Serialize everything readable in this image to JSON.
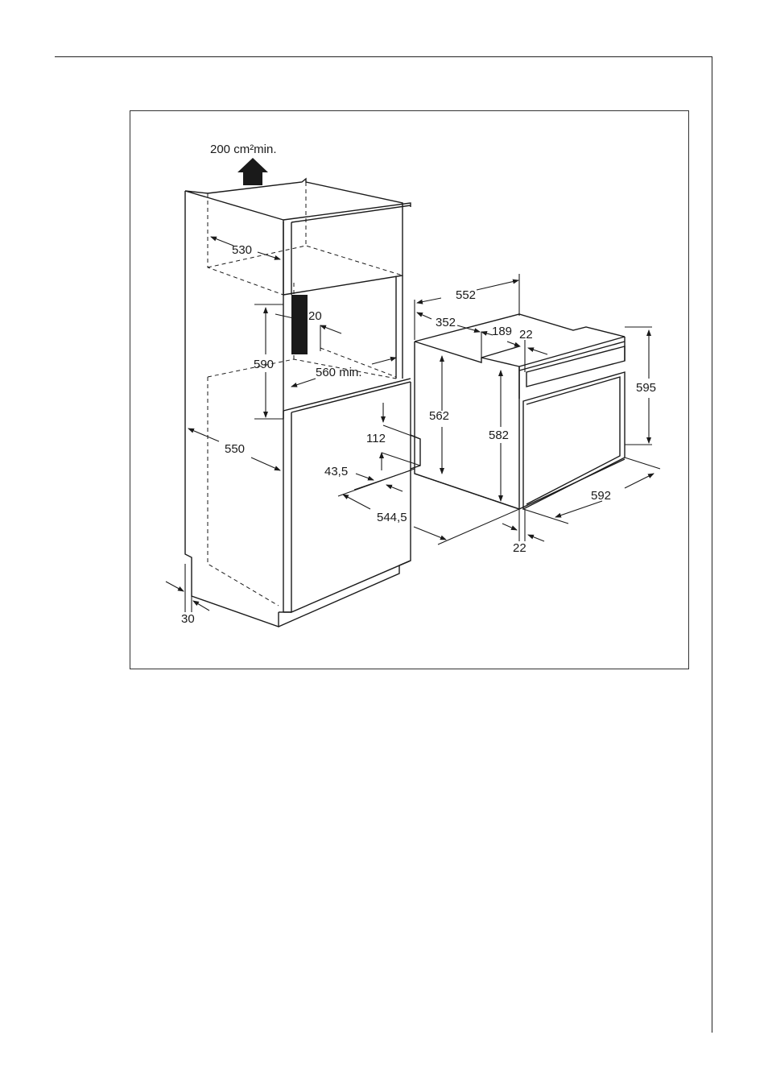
{
  "diagram": {
    "vent_label": "200 cm²min.",
    "dimensions": {
      "d530": "530",
      "d20": "20",
      "d590": "590",
      "d560": "560 min.",
      "d550": "550",
      "d30": "30",
      "d552": "552",
      "d352": "352",
      "d189": "189",
      "d22_top": "22",
      "d562": "562",
      "d582": "582",
      "d595": "595",
      "d112": "112",
      "d43_5": "43,5",
      "d544_5": "544,5",
      "d592": "592",
      "d22_bottom": "22"
    }
  }
}
